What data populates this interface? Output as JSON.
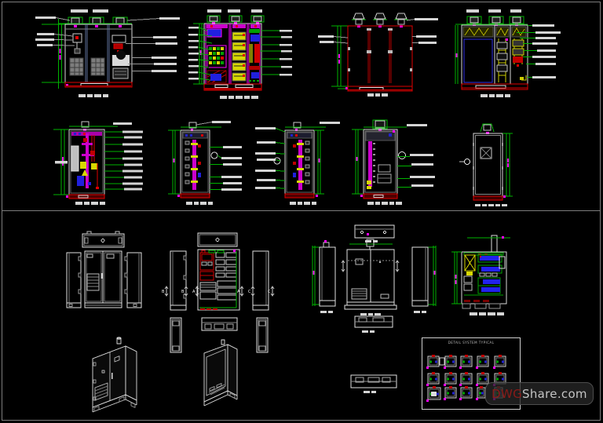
{
  "sheet": {
    "background": "#000000",
    "frame_color": "#7D7D7D"
  },
  "colors": {
    "dimension_green": "#00B400",
    "annotation_white": "#D4D4D4",
    "accent_magenta": "#FF00FF",
    "outline_red": "#E00000",
    "component_yellow": "#D8D800",
    "component_blue": "#2424E0",
    "divider_slate": "#5C6E96"
  },
  "markers": {
    "a": "A",
    "b": "B",
    "c": "C"
  },
  "legend": {
    "title": "DETAIL SYSTEM TYPICAL",
    "rows": 3,
    "cols": 5
  },
  "watermark": {
    "prefix": "DWG",
    "suffix": "Share.com",
    "prefix_color": "#8A1A18",
    "suffix_color": "#C4C4C4"
  }
}
